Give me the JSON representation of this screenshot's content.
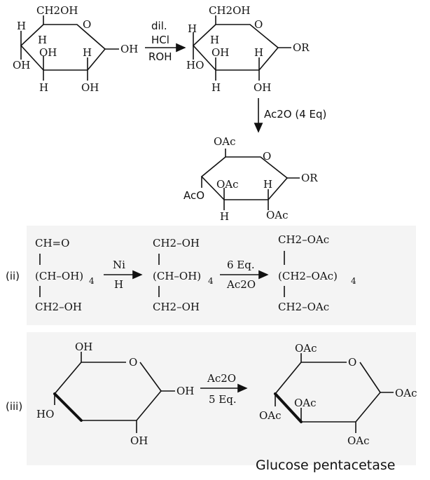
{
  "part1": {
    "glucose": {
      "ch2oh": "CH2OH",
      "o": "O",
      "h_left": "H",
      "h1": "H",
      "oh_left": "OH",
      "oh_mid": "OH",
      "h2": "H",
      "oh_right": "OH",
      "h_bot": "H",
      "oh_bot": "OH"
    },
    "arrow1": {
      "top": "dil.",
      "mid": "HCl",
      "bot": "ROH"
    },
    "glycoside": {
      "ch2oh": "CH2OH",
      "o": "O",
      "h_left": "H",
      "h1": "H",
      "ho_left": "HO",
      "oh_mid": "OH",
      "h2": "H",
      "or_right": "OR",
      "h_bot": "H",
      "oh_bot": "OH"
    },
    "arrow2": {
      "label": "Ac2O (4 Eq)"
    },
    "acetate": {
      "oac_top": "OAc",
      "o": "O",
      "aco_left": "AcO",
      "oac_mid": "OAc",
      "h": "H",
      "or_right": "OR",
      "h_bot": "H",
      "oac_bot": "OAc"
    }
  },
  "part2": {
    "label": "(ii)",
    "glucose": {
      "top": "CH=O",
      "mid": "(CH–OH)",
      "mid_sub": "4",
      "bot": "CH2–OH"
    },
    "arrow1": {
      "top": "Ni",
      "bot": "H"
    },
    "sorbitol": {
      "top": "CH2–OH",
      "mid": "(CH–OH)",
      "mid_sub": "4",
      "bot": "CH2–OH"
    },
    "arrow2": {
      "top": "6 Eq.",
      "bot": "Ac2O"
    },
    "product": {
      "top": "CH2–OAc",
      "mid": "(CH2–OAc)",
      "mid_sub": "4",
      "bot": "CH2–OAc"
    }
  },
  "part3": {
    "label": "(iii)",
    "glucose": {
      "oh_top": "OH",
      "o": "O",
      "oh_right": "OH",
      "ho_left": "HO",
      "oh_bot": "OH"
    },
    "arrow": {
      "top": "Ac2O",
      "bot": "5 Eq."
    },
    "product": {
      "oac_top": "OAc",
      "o": "O",
      "oac_right": "OAc",
      "oac_mid": "OAc",
      "oac_left": "OAc",
      "oac_bot": "OAc"
    },
    "caption": "Glucose pentacetase"
  }
}
